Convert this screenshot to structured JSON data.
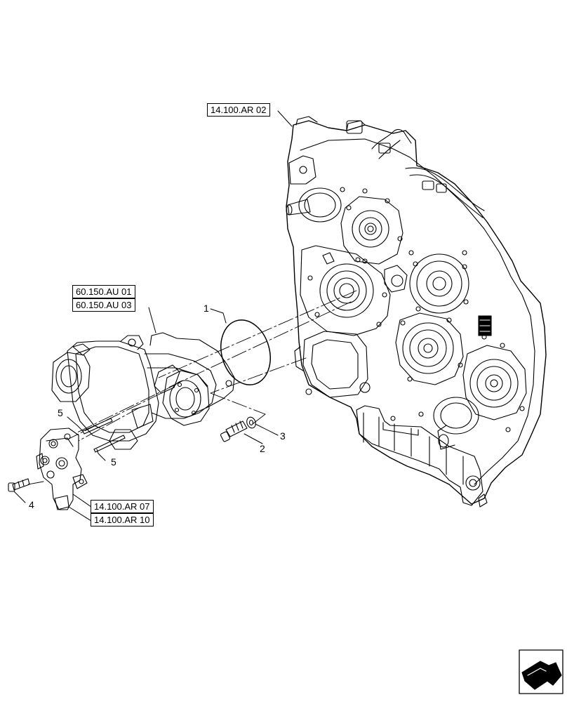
{
  "references": {
    "gearbox": "14.100.AR 02",
    "pump_a": "60.150.AU 01",
    "pump_b": "60.150.AU 03",
    "valve_a": "14.100.AR 07",
    "valve_b": "14.100.AR 10"
  },
  "callouts": {
    "c1": "1",
    "c2": "2",
    "c3": "3",
    "c4": "4",
    "c5a": "5",
    "c5b": "5"
  },
  "icons": {
    "nav": "next-page-arrow-icon"
  },
  "colors": {
    "line": "#000000",
    "background": "#ffffff"
  }
}
